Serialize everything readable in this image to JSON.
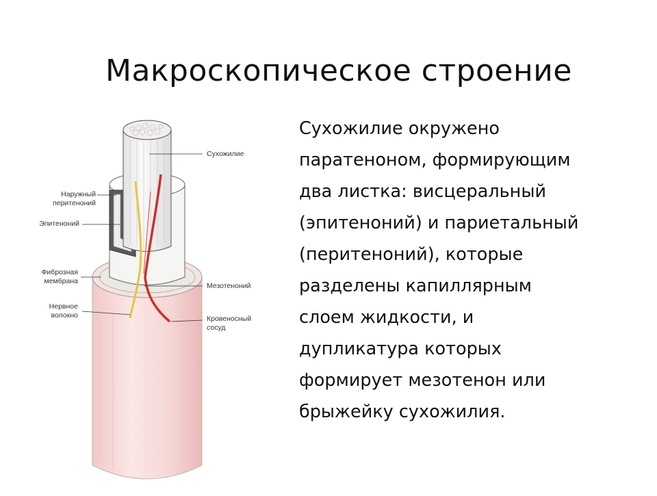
{
  "slide": {
    "title": "Макроскопическое строение",
    "body_lines": [
      "Сухожилие окружено",
      "паратеноном, формирующим",
      "два листка: висцеральный",
      "(эпитеноний) и париетальный",
      "(перитеноний), которые",
      "разделены капиллярным",
      "слоем жидкости, и",
      "дупликатура которых",
      "формирует мезотенон или",
      "брыжейку сухожилия."
    ]
  },
  "figure": {
    "labels": {
      "tendon": "Сухожилие",
      "outer_peritenon": [
        "Наружный",
        "перитеноний"
      ],
      "epitenon": "Эпитеноний",
      "fibrous_membrane": [
        "Фиброзная",
        "мембрана"
      ],
      "mesotenon": "Мезотеноний",
      "nerve_fiber": [
        "Нервное",
        "волокно"
      ],
      "blood_vessel": [
        "Кровеносный",
        "сосуд"
      ]
    },
    "colors": {
      "outer_sheath": "#f6d7d6",
      "outer_sheath_edge": "#e9b9b8",
      "tendon_core": "#f4f4f4",
      "nerve": "#e8c43a",
      "vessel": "#c9312b",
      "dark_layer": "#555555"
    }
  }
}
